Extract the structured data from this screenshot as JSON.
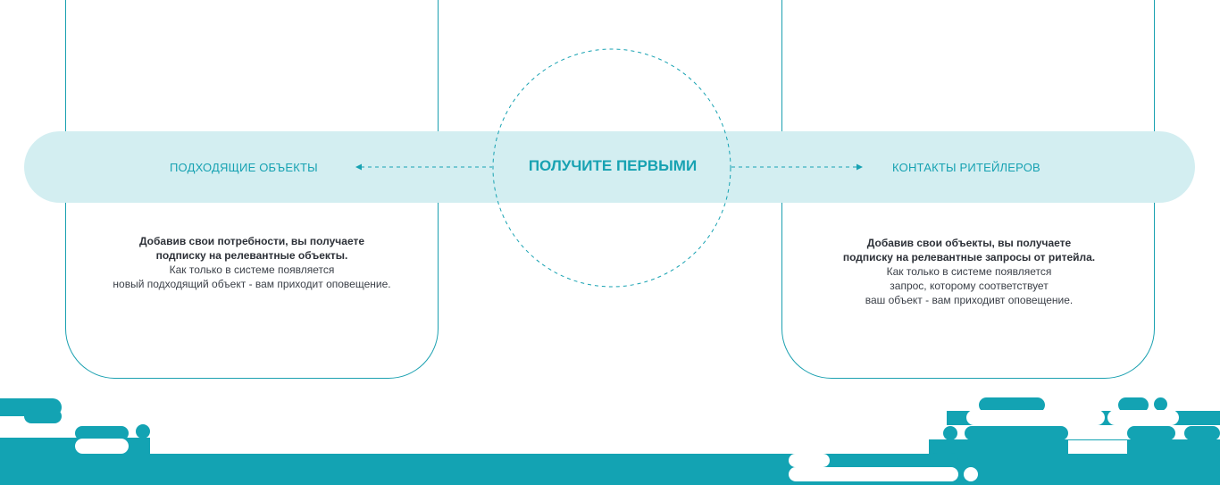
{
  "center": {
    "title": "ПОЛУЧИТЕ ПЕРВЫМИ"
  },
  "left": {
    "label": "ПОДХОДЯЩИЕ ОБЪЕКТЫ",
    "bold_line1": "Добавив свои потребности, вы получаете",
    "bold_line2": "подписку на релевантные объекты.",
    "line3": "Как только в системе появляется",
    "line4": "новый подходящий объект - вам приходит оповещение."
  },
  "right": {
    "label": "КОНТАКТЫ РИТЕЙЛЕРОВ",
    "bold_line1": "Добавив свои объекты, вы получаете",
    "bold_line2": "подписку на релевантные запросы от ритейла.",
    "line3": "Как только в системе появляется",
    "line4": "запрос, которому соответствует",
    "line5": "ваш объект - вам приходивт оповещение."
  },
  "colors": {
    "accent": "#17a2b2",
    "band": "#d3eef1",
    "footer": "#13a3b3",
    "text": "#3a3f47"
  },
  "icons": [
    "arrow-left-icon",
    "arrow-right-icon",
    "dashed-circle-icon"
  ]
}
